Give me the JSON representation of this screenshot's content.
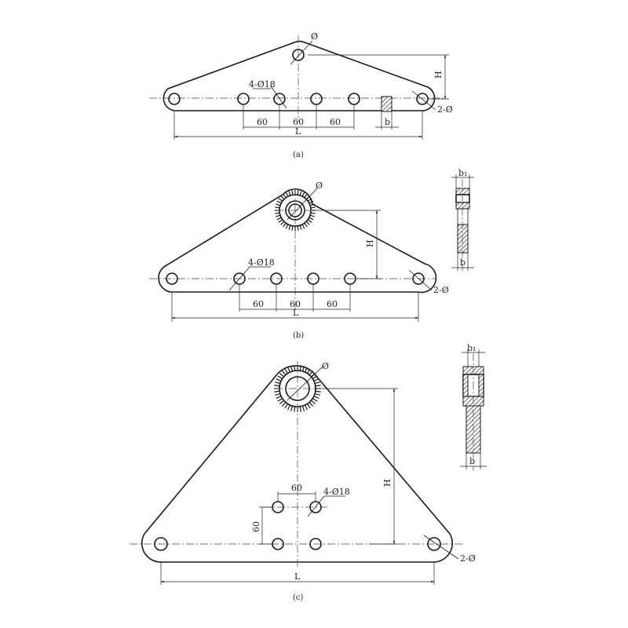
{
  "figures": [
    {
      "caption": "(a)",
      "hole_diameter_label": "Ø",
      "holes_label": "4-Ø18",
      "end_holes_label": "2-Ø",
      "height_label": "H",
      "length_label": "L",
      "width_label": "b",
      "spacing_labels": [
        "60",
        "60",
        "60"
      ]
    },
    {
      "caption": "(b)",
      "hole_diameter_label": "Ø",
      "holes_label": "4-Ø18",
      "end_holes_label": "2-Ø",
      "height_label": "H",
      "length_label": "L",
      "section_labels": [
        "b₁",
        "b"
      ],
      "spacing_labels": [
        "60",
        "60",
        "60"
      ]
    },
    {
      "caption": "(c)",
      "hole_diameter_label": "Ø",
      "holes_label": "4-Ø18",
      "end_holes_label": "2-Ø",
      "height_label": "H",
      "length_label": "L",
      "section_labels": [
        "b₁",
        "b"
      ],
      "spacing_labels": [
        "60",
        "60"
      ]
    }
  ],
  "colors": {
    "line": "#1a1a1a",
    "background": "#ffffff"
  }
}
